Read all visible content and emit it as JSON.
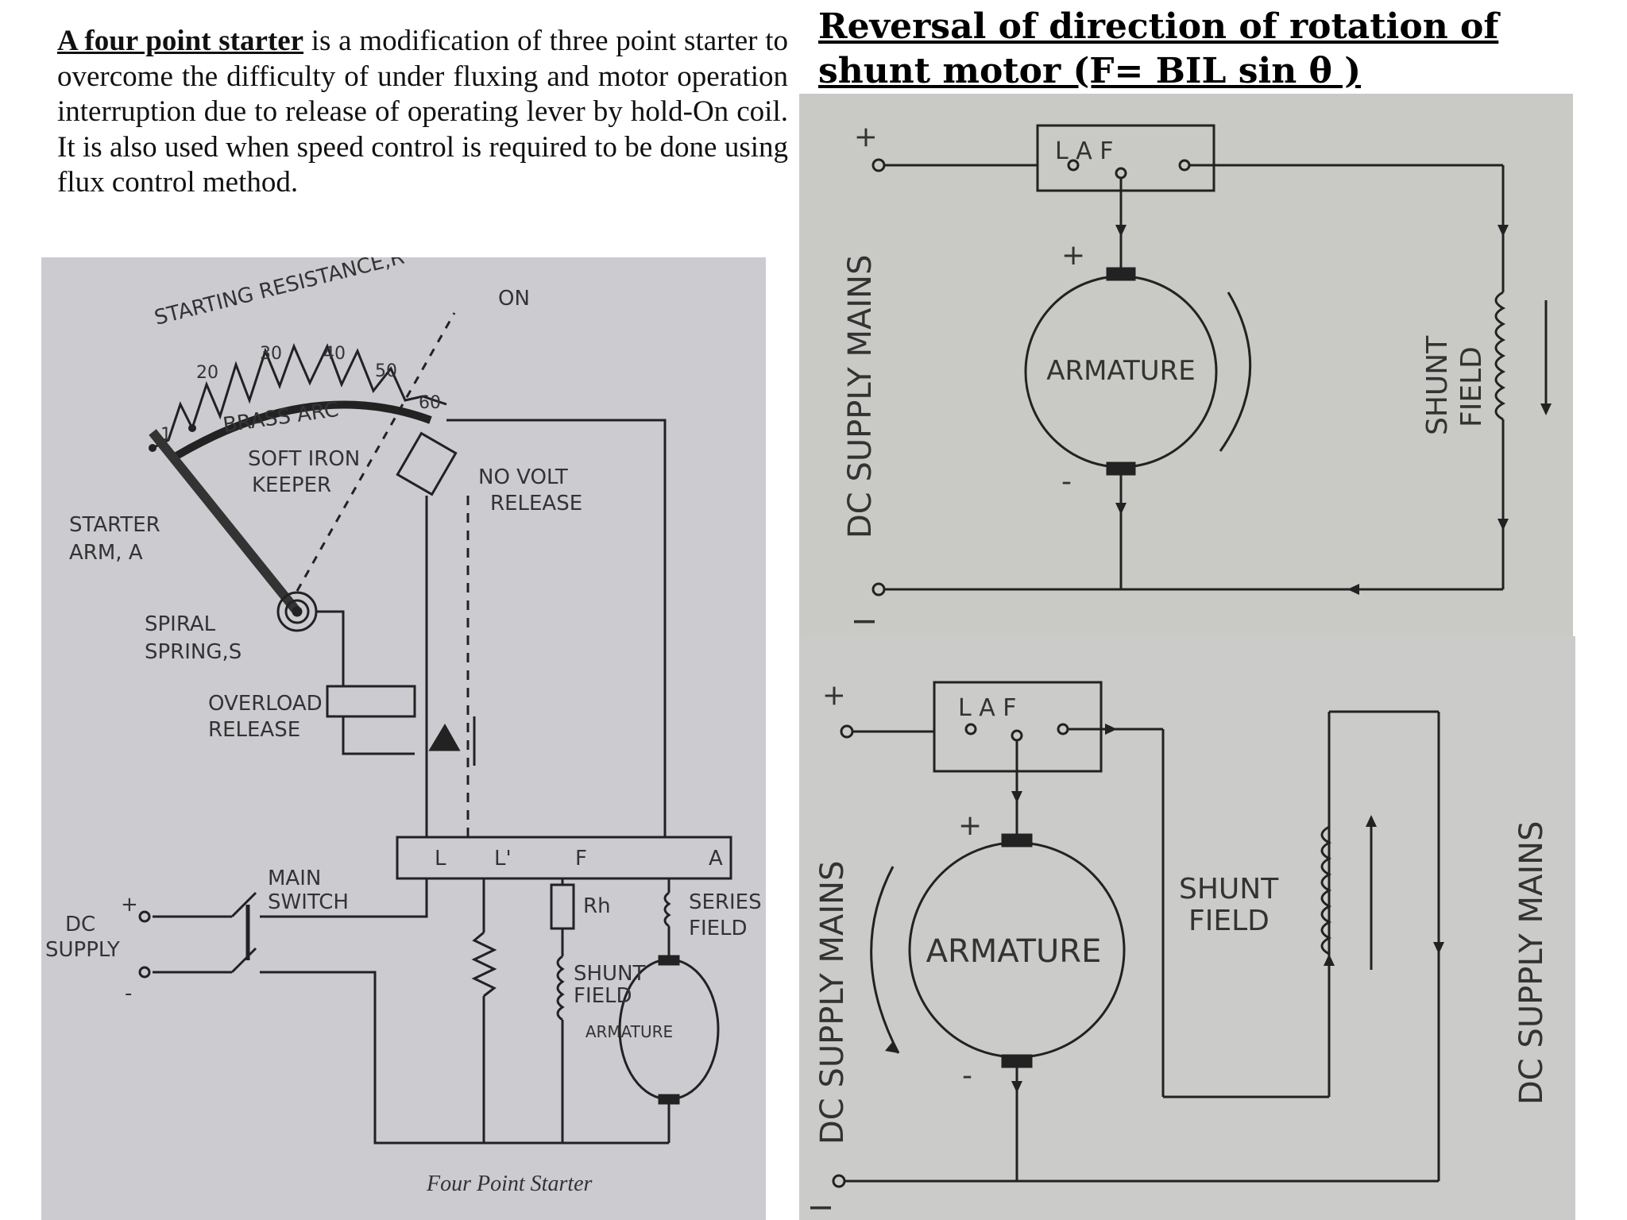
{
  "intro": {
    "lead": "A four point starter",
    "body": " is a modification of three point starter to overcome the difficulty of under fluxing and motor operation interruption due to release of operating lever by hold-On coil. It is also used when speed control is required to be done using flux control method."
  },
  "heading": {
    "text": "Reversal of direction of rotation of shunt motor (F= BIL sin θ )"
  },
  "four_point_figure": {
    "caption": "Four Point Starter",
    "labels": {
      "starting_resistance": "STARTING RESISTANCE,R",
      "on": "ON",
      "brass_arc": "BRASS ARC",
      "soft_iron_keeper_1": "SOFT IRON",
      "soft_iron_keeper_2": "KEEPER",
      "no_volt_1": "NO VOLT",
      "no_volt_2": "RELEASE",
      "starter_arm_1": "STARTER",
      "starter_arm_2": "ARM, A",
      "spiral_1": "SPIRAL",
      "spiral_2": "SPRING,S",
      "overload_1": "OVERLOAD",
      "overload_2": "RELEASE",
      "main_switch_1": "MAIN",
      "main_switch_2": "SWITCH",
      "dc_1": "DC",
      "dc_2": "SUPPLY",
      "series_1": "SERIES",
      "series_2": "FIELD",
      "shunt_1": "SHUNT",
      "shunt_2": "FIELD",
      "armature": "ARMATURE",
      "rh": "Rh",
      "terminal_l": "L",
      "terminal_l2": "L'",
      "terminal_f": "F",
      "terminal_a": "A",
      "plus": "+",
      "minus": "-"
    },
    "studs": [
      "1",
      "20",
      "30",
      "40",
      "50",
      "60"
    ]
  },
  "reversal_top": {
    "supply_label": "DC SUPPLY MAINS",
    "box_label": "L A F",
    "armature": "ARMATURE",
    "shunt_1": "SHUNT",
    "shunt_2": "FIELD",
    "plus": "+",
    "minus": "-",
    "supply_plus": "+",
    "supply_minus": "I"
  },
  "reversal_bottom": {
    "supply_label_left": "DC SUPPLY MAINS",
    "supply_label_right": "DC SUPPLY MAINS",
    "box_label": "L A F",
    "armature": "ARMATURE",
    "shunt_1": "SHUNT",
    "shunt_2": "FIELD",
    "plus": "+",
    "minus": "-",
    "supply_plus": "+",
    "supply_minus": "I"
  }
}
